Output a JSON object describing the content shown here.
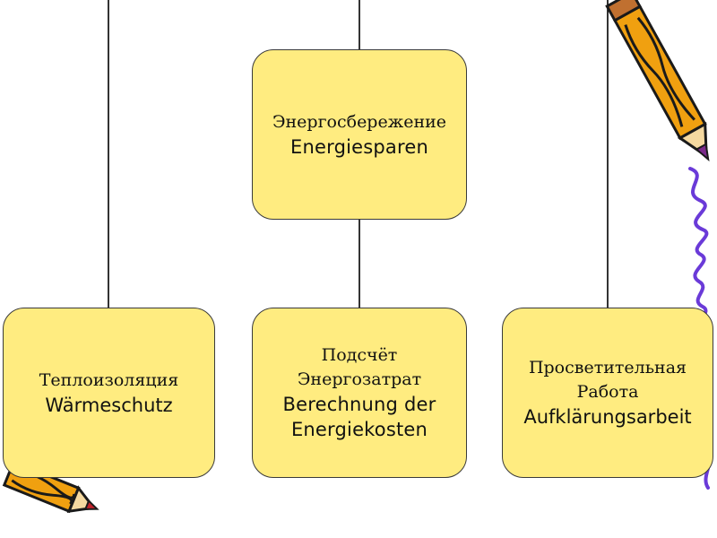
{
  "nodes": {
    "center": {
      "ru": "Энергосбережение",
      "de": "Energiesparen"
    },
    "left": {
      "ru": "Теплоизоляция",
      "de": "Wärmeschutz"
    },
    "middle": {
      "ru_line1": "Подсчёт",
      "ru_line2": "Энергозатрат",
      "de_line1": "Berechnung der",
      "de_line2": "Energiekosten"
    },
    "right": {
      "ru_line1": "Просветительная",
      "ru_line2": "Работа",
      "de": "Aufklärungsarbeit"
    }
  },
  "decorations": {
    "pencil_top_right": "pencil-icon",
    "pencil_bottom_left": "pencil-icon",
    "squiggle": "squiggle-decoration"
  },
  "colors": {
    "box_fill": "#ffec80",
    "box_stroke": "#3a3a3a",
    "pencil_body": "#f0a010",
    "pencil_stripe": "#1a1a1a",
    "pencil_tip": "#7a2a8a",
    "squiggle": "#6a3ad8",
    "connector": "#000000"
  }
}
